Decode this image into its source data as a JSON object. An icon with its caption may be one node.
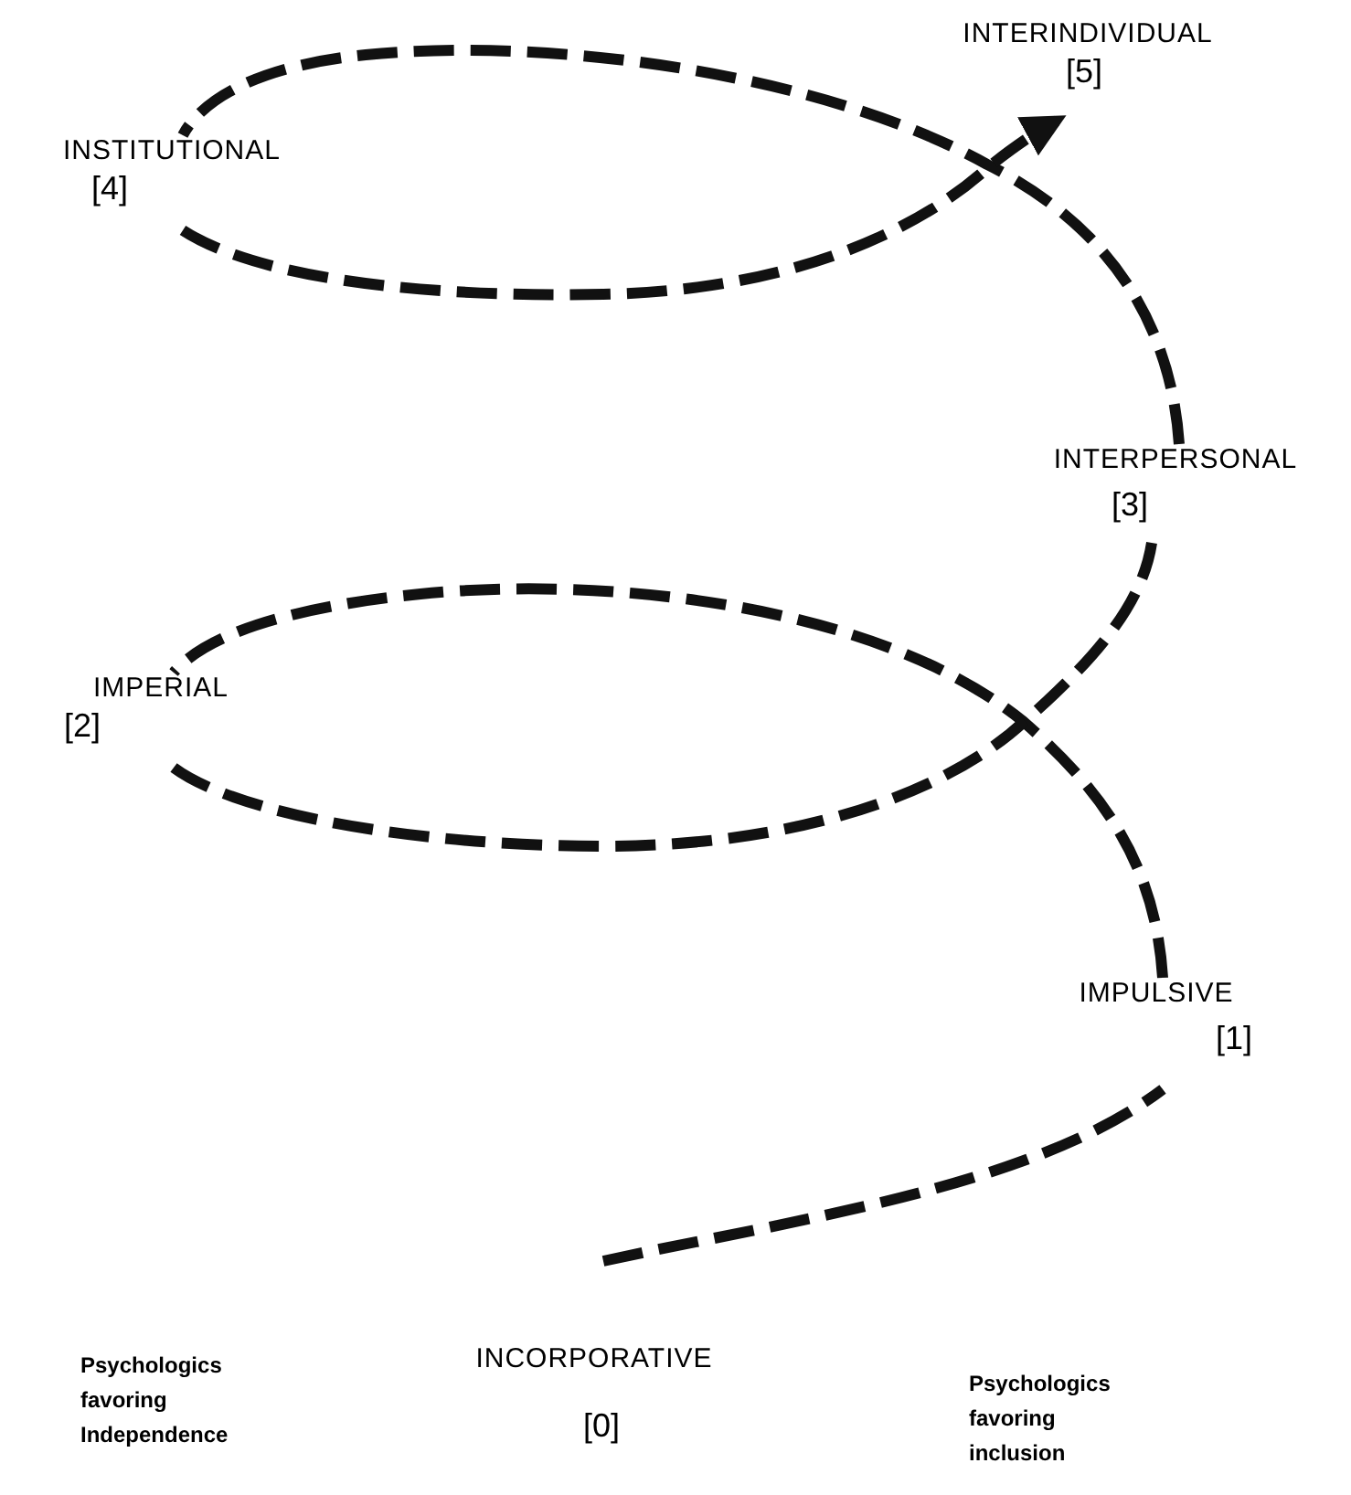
{
  "diagram": {
    "nodes": [
      {
        "text": [
          "INCORPORATIVE",
          "[0]"
        ]
      },
      {
        "text": [
          "IMPULSIVE",
          "[1]"
        ]
      },
      {
        "text": [
          "IMPERIAL",
          "[2]"
        ]
      },
      {
        "text": [
          "INTERPERSONAL",
          "[3]"
        ]
      },
      {
        "text": [
          "INSTITUTIONAL",
          "[4]"
        ]
      },
      {
        "text": [
          "INTERINDIVIDUAL",
          "[5]"
        ]
      }
    ],
    "edges": [
      {
        "from": 0,
        "to": 1,
        "arrow": "none",
        "style": "dashed"
      },
      {
        "from": 1,
        "to": 2,
        "arrow": "none",
        "style": "dashed"
      },
      {
        "from": 2,
        "to": 3,
        "arrow": "none",
        "style": "dashed"
      },
      {
        "from": 3,
        "to": 4,
        "arrow": "none",
        "style": "dashed"
      },
      {
        "from": 4,
        "to": 5,
        "arrow": "to",
        "style": "dashed"
      }
    ],
    "labels": [
      "Psychologics favoring Independence",
      "Psychologics favoring inclusion"
    ]
  }
}
